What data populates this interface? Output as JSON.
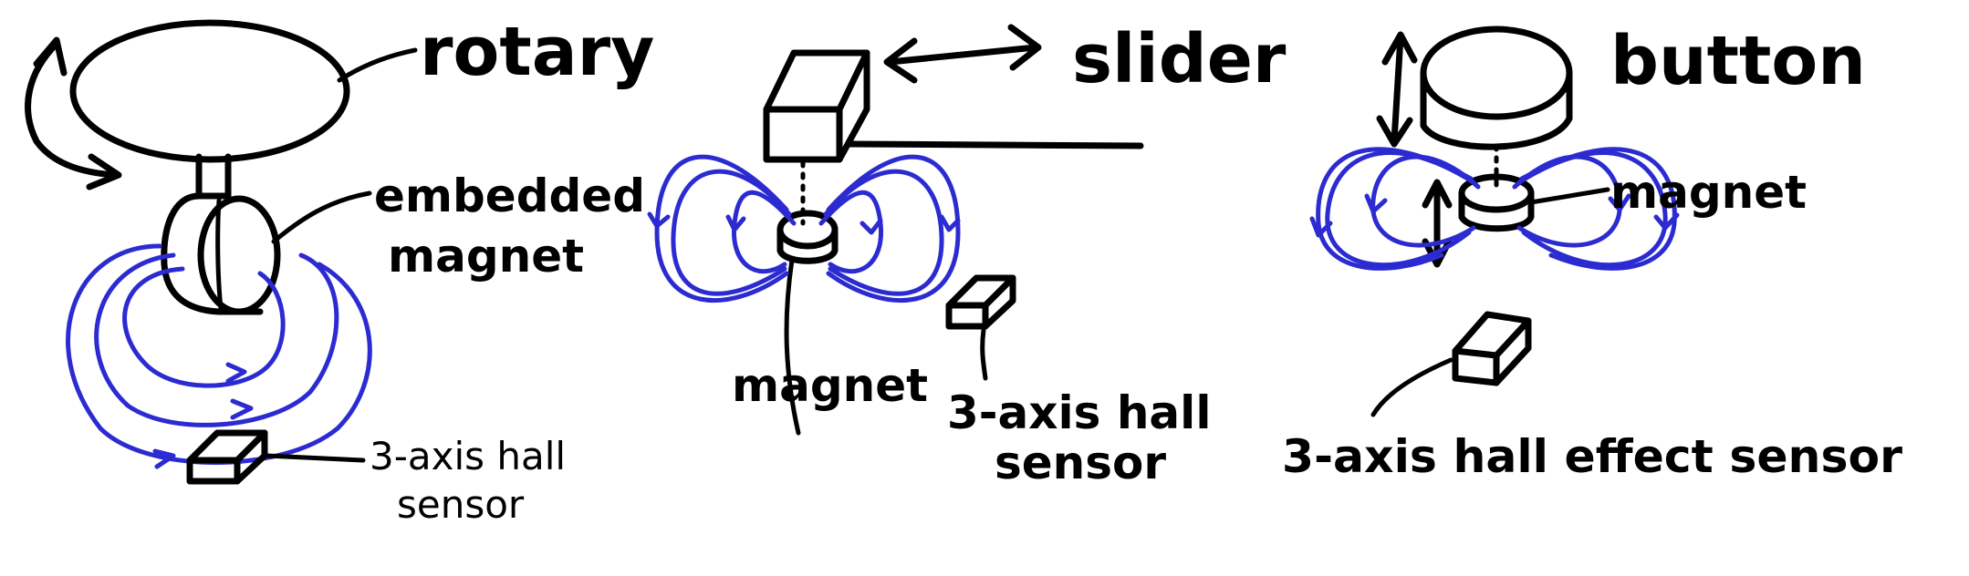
{
  "colors": {
    "ink": "#000000",
    "field": "#2b2bd1",
    "background": "#ffffff"
  },
  "rotary": {
    "title": "rotary",
    "magnet_label_line1": "embedded",
    "magnet_label_line2": "magnet",
    "sensor_label_line1": "3-axis hall",
    "sensor_label_line2": "sensor"
  },
  "slider": {
    "title": "slider",
    "magnet_label": "magnet",
    "sensor_label_line1": "3-axis hall",
    "sensor_label_line2": "sensor"
  },
  "button": {
    "title": "button",
    "magnet_label": "magnet",
    "sensor_label": "3-axis hall effect sensor"
  }
}
